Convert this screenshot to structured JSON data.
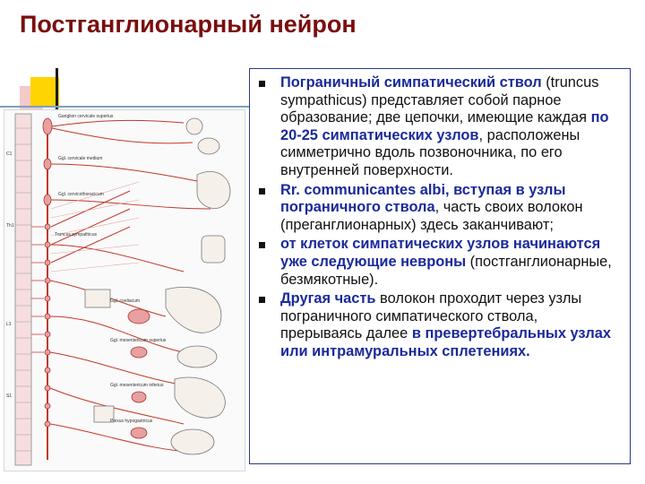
{
  "title": "Постганглионарный нейрон",
  "colors": {
    "title": "#7a0e0e",
    "highlight": "#1a2a9a",
    "box_border": "#2a3a8a",
    "accent": "#ffd400"
  },
  "figure": {
    "labels": [
      "Ganglion cervicale superius",
      "Ggl. cervicale medium",
      "Ggl. cervicothoracicum",
      "Truncus sympathicus",
      "Ggl. coeliacum",
      "Ggl. mesentericum superius",
      "Ggl. mesentericum inferius",
      "Plexus hypogastricus"
    ],
    "segments": [
      "C1",
      "Th1",
      "L1",
      "S1"
    ]
  },
  "bullets": [
    {
      "parts": [
        {
          "t": "Пограничный симпатический ствол",
          "h": true
        },
        {
          "t": " (truncus sympathicus) представляет собой парное образование; две цепочки, имеющие каждая ",
          "h": false
        },
        {
          "t": "по 20-25 симпатических узлов",
          "h": true
        },
        {
          "t": ", расположены симметрично вдоль позвоночника, по его внутренней поверхности.",
          "h": false
        }
      ]
    },
    {
      "parts": [
        {
          "t": "Rr. communicantes albi, вступая в узлы пограничного ствола",
          "h": true
        },
        {
          "t": ", часть своих волокон (преганглионарных) здесь заканчивают;",
          "h": false
        }
      ]
    },
    {
      "parts": [
        {
          "t": "от клеток симпатических узлов начинаются уже следующие невроны",
          "h": true
        },
        {
          "t": " (постганглионарные, безмякотные).",
          "h": false
        }
      ]
    },
    {
      "parts": [
        {
          "t": "Другая часть",
          "h": true
        },
        {
          "t": " волокон проходит через узлы пограничного симпатического ствола, прерываясь далее ",
          "h": false
        },
        {
          "t": "в превертебральных узлах или интрамуральных сплетениях.",
          "h": true
        }
      ]
    }
  ]
}
